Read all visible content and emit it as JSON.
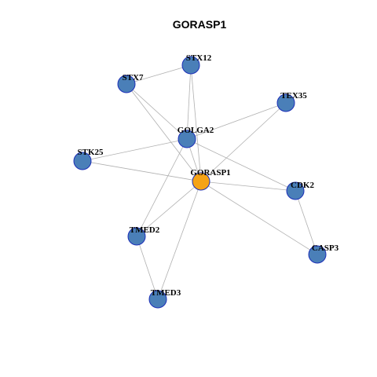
{
  "title": "GORASP1",
  "colors": {
    "hub_fill": "#f5a316",
    "node_fill": "#4a7fb8",
    "node_stroke": "#1c2fb8",
    "edge": "#b0b0b0"
  },
  "nodes": [
    {
      "id": "GORASP1",
      "label": "GORASP1",
      "hub": true
    },
    {
      "id": "STX12",
      "label": "STX12"
    },
    {
      "id": "STX7",
      "label": "STX7"
    },
    {
      "id": "TEX35",
      "label": "TEX35"
    },
    {
      "id": "GOLGA2",
      "label": "GOLGA2"
    },
    {
      "id": "STK25",
      "label": "STK25"
    },
    {
      "id": "CDK2",
      "label": "CDK2"
    },
    {
      "id": "TMED2",
      "label": "TMED2"
    },
    {
      "id": "CASP3",
      "label": "CASP3"
    },
    {
      "id": "TMED3",
      "label": "TMED3"
    }
  ],
  "edges": [
    [
      "STX12",
      "STX7"
    ],
    [
      "STX12",
      "GOLGA2"
    ],
    [
      "STX12",
      "GORASP1"
    ],
    [
      "STX7",
      "GOLGA2"
    ],
    [
      "STX7",
      "GORASP1"
    ],
    [
      "TEX35",
      "GOLGA2"
    ],
    [
      "TEX35",
      "GORASP1"
    ],
    [
      "GOLGA2",
      "STK25"
    ],
    [
      "GOLGA2",
      "GORASP1"
    ],
    [
      "GOLGA2",
      "CDK2"
    ],
    [
      "GOLGA2",
      "TMED2"
    ],
    [
      "STK25",
      "GORASP1"
    ],
    [
      "GORASP1",
      "CDK2"
    ],
    [
      "GORASP1",
      "TMED2"
    ],
    [
      "GORASP1",
      "CASP3"
    ],
    [
      "GORASP1",
      "TMED3"
    ],
    [
      "CDK2",
      "CASP3"
    ],
    [
      "TMED2",
      "TMED3"
    ]
  ]
}
